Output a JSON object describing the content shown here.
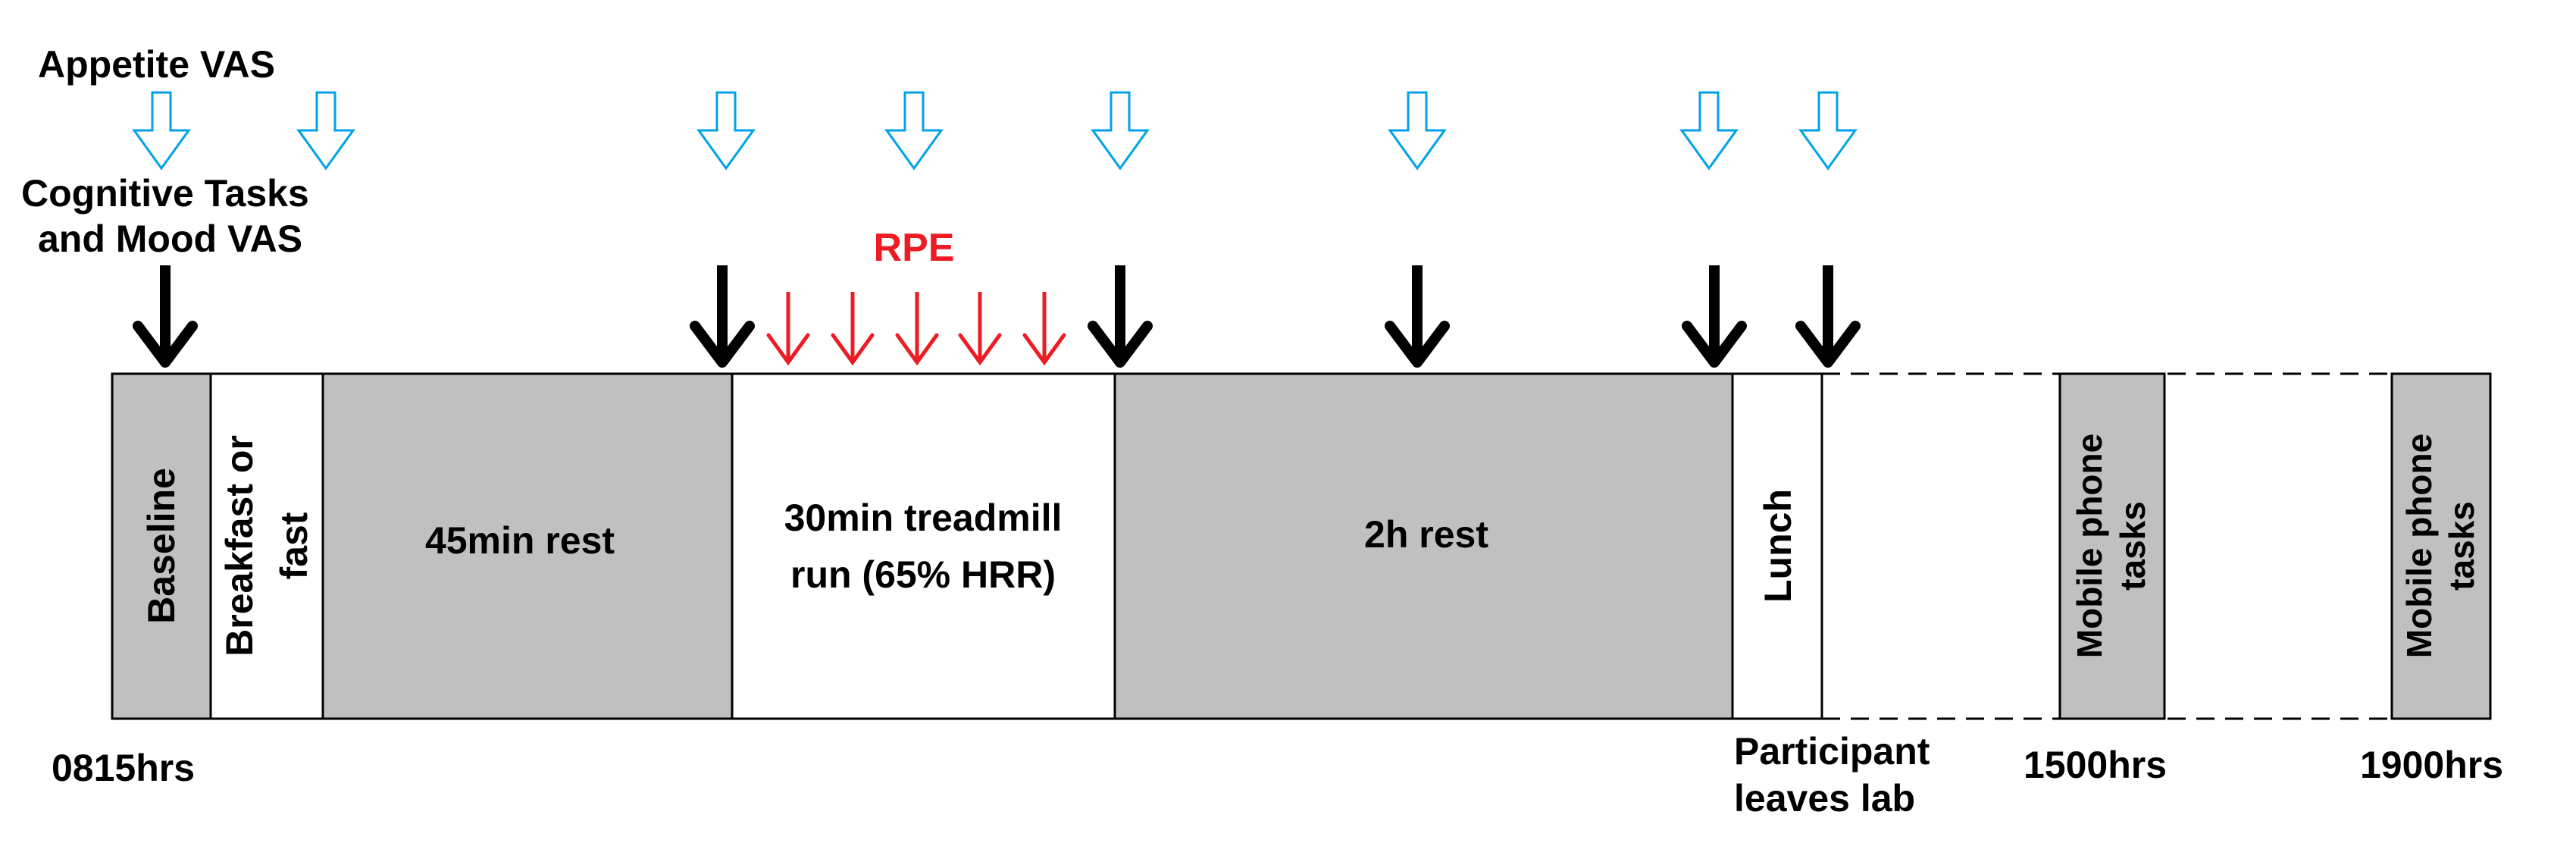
{
  "labels": {
    "appetite_vas": "Appetite VAS",
    "cognitive_line1": "Cognitive Tasks",
    "cognitive_line2": "and Mood VAS",
    "rpe": "RPE"
  },
  "segments": {
    "baseline": "Baseline",
    "breakfast_line1": "Breakfast or",
    "breakfast_line2": "fast",
    "rest45": "45min rest",
    "treadmill_line1": "30min treadmill",
    "treadmill_line2": "run (65% HRR)",
    "rest2h": "2h rest",
    "lunch": "Lunch",
    "mobile1_line1": "Mobile phone",
    "mobile1_line2": "tasks",
    "mobile2_line1": "Mobile phone",
    "mobile2_line2": "tasks"
  },
  "times": {
    "start": "0815hrs",
    "leave_line1": "Participant",
    "leave_line2": "leaves lab",
    "t1500": "1500hrs",
    "t1900": "1900hrs"
  },
  "colors": {
    "grey_fill": "#c0c0c0",
    "appetite_arrow": "#00a2e8",
    "cognitive_arrow": "#000000",
    "rpe_arrow": "#ed1c24"
  }
}
